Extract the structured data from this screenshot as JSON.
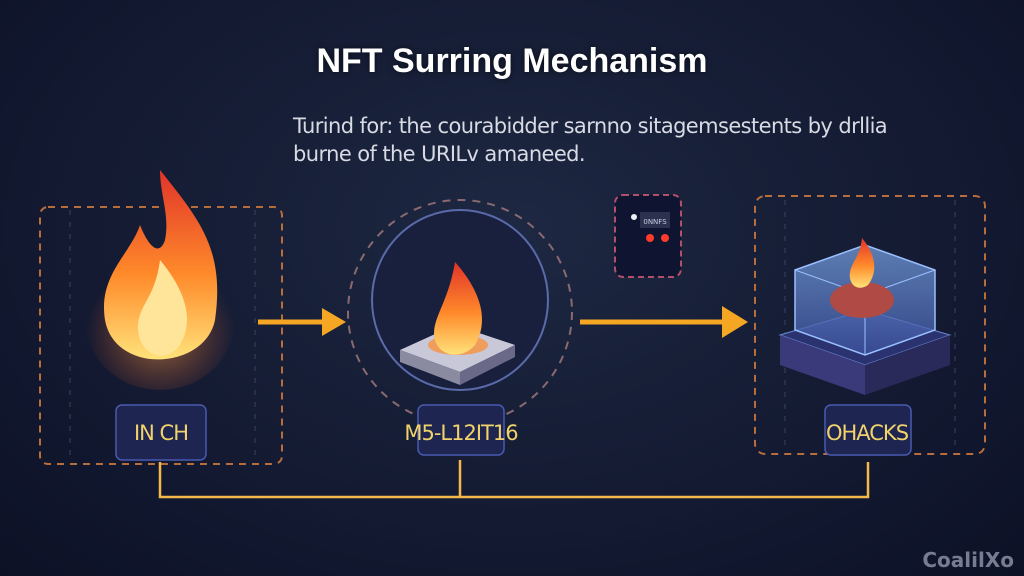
{
  "header": {
    "title": "NFT Surring Mechanism",
    "subtitle_line1": "Turind for: the courabidder sarnno sitagemsestents by drllia",
    "subtitle_line2": "burne of the URILv amaneed."
  },
  "stages": [
    {
      "label": "IN CH",
      "icon": "flame-icon"
    },
    {
      "label": "M5-L12IT16",
      "icon": "flame-on-slab-icon"
    },
    {
      "label": "OHACKS",
      "icon": "burning-cube-icon"
    }
  ],
  "device": {
    "screen_text": "0NNFS",
    "icon": "phone-icon"
  },
  "watermark": "CoalilXo",
  "colors": {
    "accent": "#f5a623",
    "label": "#f2d36b",
    "dash": "#c8783e",
    "background": "#141b33"
  }
}
